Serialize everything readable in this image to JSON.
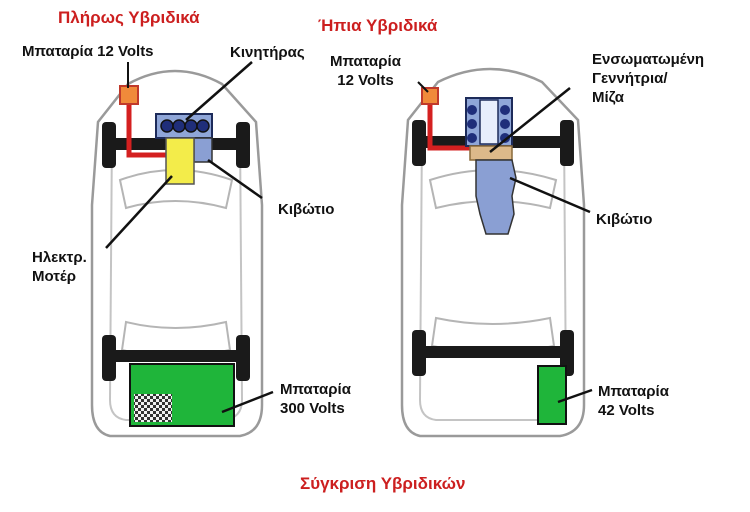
{
  "titles": {
    "full": "Πλήρως Υβριδικά",
    "mild": "Ήπια Υβριδικά",
    "comparison": "Σύγκριση Υβριδικών"
  },
  "full_hybrid": {
    "battery12": "Μπαταρία 12 Volts",
    "engine": "Κινητήρας",
    "gearbox": "Κιβώτιο",
    "motor_line1": "Ηλεκτρ.",
    "motor_line2": "Μοτέρ",
    "battery_line1": "Μπαταρία",
    "battery_line2": "300 Volts"
  },
  "mild_hybrid": {
    "battery12_line1": "Μπαταρία",
    "battery12_line2": "12 Volts",
    "isg_line1": "Ενσωματωμένη",
    "isg_line2": "Γεννήτρια/",
    "isg_line3": "Μίζα",
    "gearbox": "Κιβώτιο",
    "battery_line1": "Μπαταρία",
    "battery_line2": "42 Volts"
  },
  "colors": {
    "title_red": "#cc1f1f",
    "wire_red": "#d42020",
    "battery_green": "#1fb53a",
    "motor_yellow": "#f3ec4a",
    "engine_blue": "#8fa6d8",
    "gearbox_blue": "#8a9fd3",
    "isg_tan": "#dcb98a",
    "battery12_orange": "#f08a3a"
  }
}
